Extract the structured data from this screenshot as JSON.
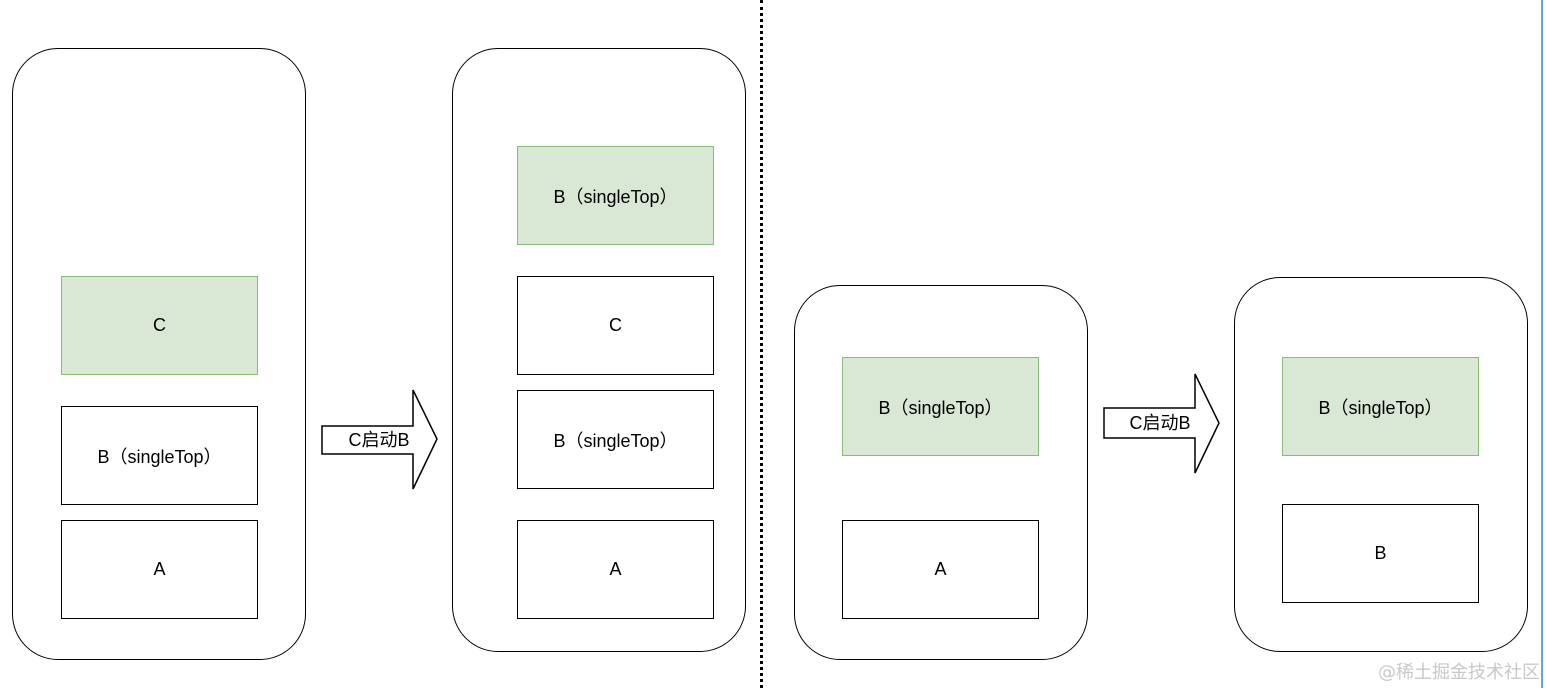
{
  "scenario_a": {
    "before": {
      "c": "C",
      "b": "B（singleTop）",
      "a": "A"
    },
    "arrow_label": "C启动B",
    "after": {
      "b_top": "B（singleTop）",
      "c": "C",
      "b": "B（singleTop）",
      "a": "A"
    }
  },
  "scenario_b": {
    "before": {
      "b_top": "B（singleTop）",
      "a": "A"
    },
    "arrow_label": "C启动B",
    "after": {
      "b_top": "B（singleTop）",
      "b": "B"
    }
  },
  "colors": {
    "active_fill": "#d8e8d4",
    "active_border": "#88bb78"
  },
  "watermark": "@稀土掘金技术社区"
}
